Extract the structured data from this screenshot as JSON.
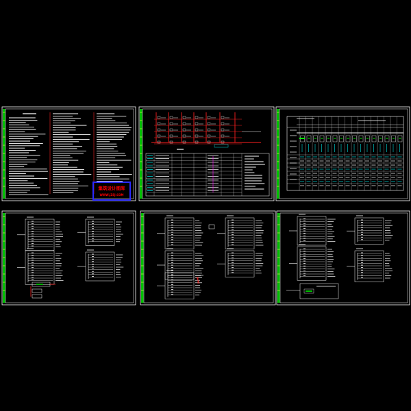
{
  "viewer": {
    "background": "#000000"
  },
  "colors": {
    "frame": "#ffffff",
    "green_strip": "#00c000",
    "red": "#ff2020",
    "cyan": "#00e0e0",
    "green": "#00ff00",
    "magenta": "#ff00ff",
    "yellow": "#ffff00",
    "stamp_blue": "#2a2aff",
    "stamp_red": "#ff0000"
  },
  "sheets": [
    {
      "name": "design-notes-sheet",
      "kind": "notes"
    },
    {
      "name": "riser-diagram-sheet",
      "kind": "riser"
    },
    {
      "name": "distribution-table-sheet",
      "kind": "table"
    },
    {
      "name": "panel-schedule-sheet-1",
      "kind": "panels"
    },
    {
      "name": "panel-schedule-sheet-2",
      "kind": "panels"
    },
    {
      "name": "panel-schedule-sheet-3",
      "kind": "panels"
    }
  ],
  "stamp": {
    "line1": "集筑设计图库",
    "line2": "WWW.JZSJ.COM"
  }
}
